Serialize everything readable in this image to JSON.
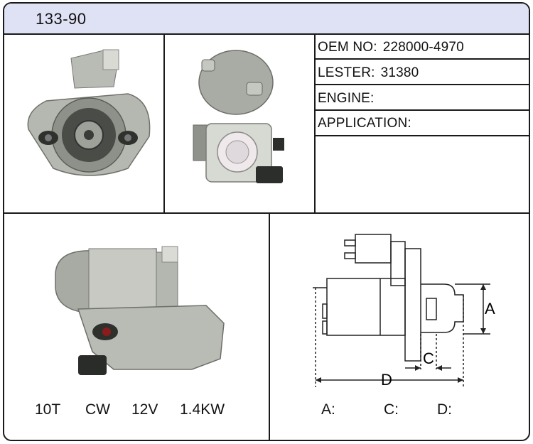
{
  "header": {
    "part_number": "133-90"
  },
  "specs": [
    {
      "label": "OEM NO:",
      "value": "228000-4970"
    },
    {
      "label": "LESTER:",
      "value": "31380"
    },
    {
      "label": "ENGINE:",
      "value": ""
    },
    {
      "label": "APPLICATION:",
      "value": ""
    }
  ],
  "ratings": {
    "teeth": "10T",
    "rotation": "CW",
    "voltage": "12V",
    "power": "1.4KW"
  },
  "dimensions": {
    "a_label": "A:",
    "c_label": "C:",
    "d_label": "D:",
    "diagram_a": "A",
    "diagram_c": "C",
    "diagram_d": "D"
  }
}
